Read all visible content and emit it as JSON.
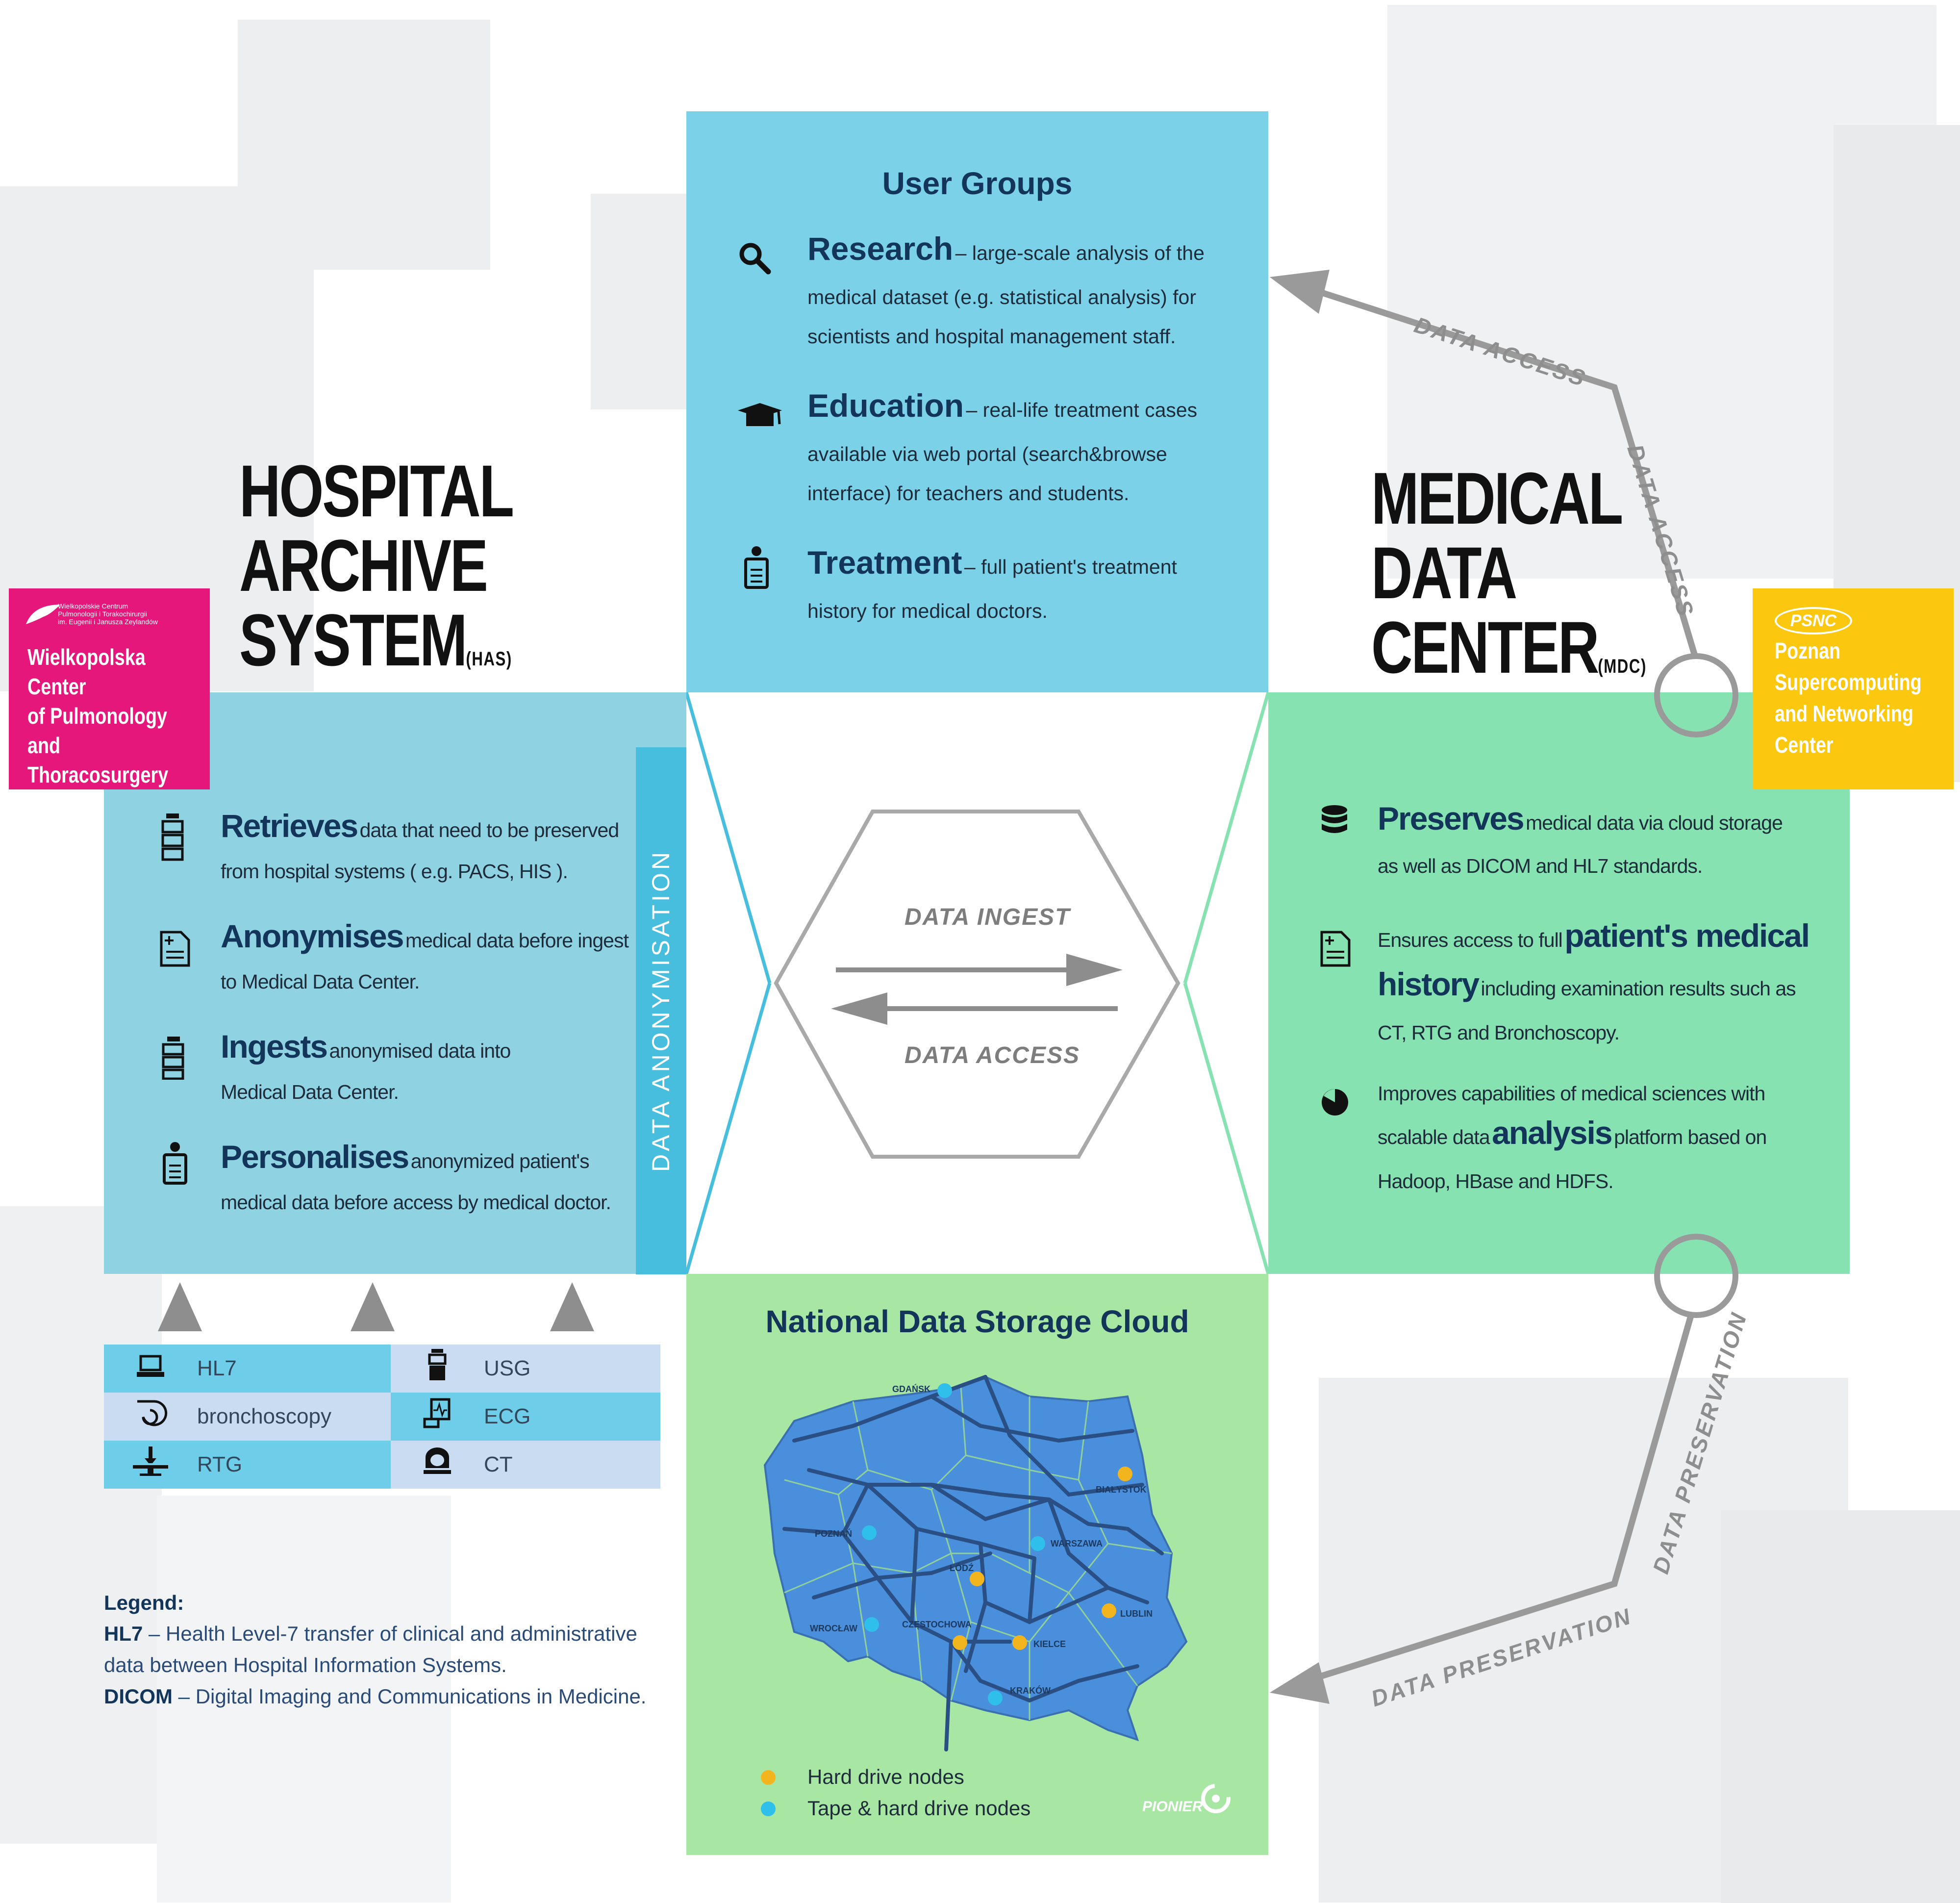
{
  "user_groups": {
    "title": "User Groups",
    "items": [
      {
        "icon": "magnifier-icon",
        "keyword": "Research",
        "lines": [
          "– large-scale analysis of the",
          "medical dataset (e.g. statistical analysis) for",
          "scientists and hospital management staff."
        ]
      },
      {
        "icon": "graduation-cap-icon",
        "keyword": "Education",
        "lines": [
          "– real-life treatment cases",
          "available via web portal (search&browse",
          "interface) for teachers and students."
        ]
      },
      {
        "icon": "patient-clipboard-icon",
        "keyword": "Treatment",
        "lines": [
          "– full patient's treatment",
          "history for medical doctors."
        ]
      }
    ]
  },
  "has": {
    "title_lines": [
      "HOSPITAL",
      "ARCHIVE",
      "SYSTEM"
    ],
    "abbr": "(HAS)",
    "vertical_label": "DATA ANONYMISATION",
    "items": [
      {
        "icon": "server-icon",
        "keyword": "Retrieves",
        "lines": [
          "data that need to be preserved",
          "from hospital systems ( e.g. PACS, HIS )."
        ]
      },
      {
        "icon": "document-plus-icon",
        "keyword": "Anonymises",
        "lines": [
          "medical data before ingest",
          "to Medical Data Center."
        ]
      },
      {
        "icon": "server-icon",
        "keyword": "Ingests",
        "lines": [
          "anonymised data into",
          "Medical Data Center."
        ]
      },
      {
        "icon": "patient-clipboard-icon",
        "keyword": "Personalises",
        "lines": [
          "anonymized patient's",
          "medical data before access by medical doctor."
        ]
      }
    ]
  },
  "mdc": {
    "title_lines": [
      "MEDICAL",
      "DATA",
      "CENTER"
    ],
    "abbr": "(MDC)",
    "items": [
      {
        "icon": "database-icon",
        "pre": "",
        "keyword": "Preserves",
        "lines": [
          "medical data via cloud storage",
          "as well as DICOM and HL7 standards."
        ]
      },
      {
        "icon": "document-plus-icon",
        "pre": "Ensures access to full",
        "keyword": "patient's medical",
        "keyword2": "history",
        "lines": [
          "including examination results such as",
          "CT, RTG and Bronchoscopy."
        ]
      },
      {
        "icon": "pie-chart-icon",
        "pre": "Improves capabilities of  medical sciences with",
        "pre2": "scalable data",
        "keyword": "analysis",
        "lines": [
          "platform based on",
          "Hadoop, HBase and HDFS."
        ]
      }
    ]
  },
  "center": {
    "ingest_label": "DATA INGEST",
    "access_label": "DATA ACCESS"
  },
  "arrows": {
    "top_label_1": "DATA ACCESS",
    "top_label_2": "DATA ACCESS",
    "bottom_label_1": "DATA PRESERVATION",
    "bottom_label_2": "DATA PRESERVATION"
  },
  "logos": {
    "wcp_small": [
      "Wielkopolskie Centrum",
      "Pulmonologii i Torakochirurgii",
      "im. Eugenii i Janusza Zeylandów"
    ],
    "wcp_lines": [
      "Wielkopolska",
      "Center",
      "of Pulmonology",
      "and Thoracosurgery"
    ],
    "psnc_badge": "PSNC",
    "psnc_lines": [
      "Poznan",
      "Supercomputing",
      "and Networking",
      "Center"
    ],
    "pionier": "PIONIER"
  },
  "devices": [
    {
      "icon": "computer-icon",
      "label": "HL7"
    },
    {
      "icon": "ultrasound-icon",
      "label": "USG"
    },
    {
      "icon": "bronchoscope-icon",
      "label": "bronchoscopy"
    },
    {
      "icon": "ecg-icon",
      "label": "ECG"
    },
    {
      "icon": "xray-table-icon",
      "label": "RTG"
    },
    {
      "icon": "ct-scanner-icon",
      "label": "CT"
    }
  ],
  "legend": {
    "title": "Legend:",
    "hl7_term": "HL7",
    "hl7_def_1": " – Health Level-7 transfer of clinical and administrative",
    "hl7_def_2": "data between Hospital Information Systems.",
    "dicom_term": "DICOM",
    "dicom_def": " – Digital Imaging and Communications in Medicine."
  },
  "nds": {
    "title": "National Data Storage Cloud",
    "cities": [
      "GDAŃSK",
      "BIAŁYSTOK",
      "POZNAŃ",
      "WARSZAWA",
      "ŁÓDŹ",
      "WROCŁAW",
      "CZĘSTOCHOWA",
      "KIELCE",
      "LUBLIN",
      "KRAKÓW"
    ],
    "legend_hdd": "Hard drive nodes",
    "legend_tape": "Tape & hard drive nodes",
    "colors": {
      "hdd": "#f2b51e",
      "tape": "#2ec0ea",
      "map": "#4a8fdb"
    }
  },
  "colors": {
    "user_groups": "#7bd1e8",
    "has": "#8fd3e3",
    "mdc": "#86e2b1",
    "nds": "#a8e6a3",
    "wcp": "#e6177b",
    "psnc": "#fcc80f",
    "anon_bar": "#47bedd"
  }
}
